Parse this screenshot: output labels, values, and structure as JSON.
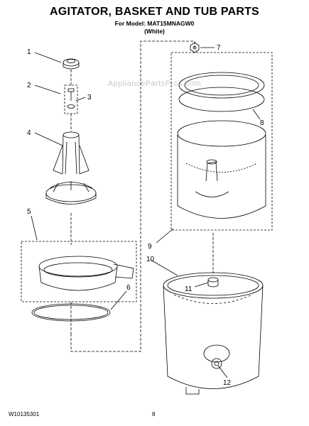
{
  "header": {
    "title": "AGITATOR, BASKET AND TUB PARTS",
    "model_line": "For Model: MAT15MNAGW0",
    "color_line": "(White)"
  },
  "watermark": "AppliancePartsPros.com",
  "footer": {
    "doc_number": "W10135301",
    "page_number": "8"
  },
  "callouts": [
    "1",
    "2",
    "3",
    "4",
    "5",
    "6",
    "7",
    "8",
    "9",
    "10",
    "11",
    "12"
  ]
}
